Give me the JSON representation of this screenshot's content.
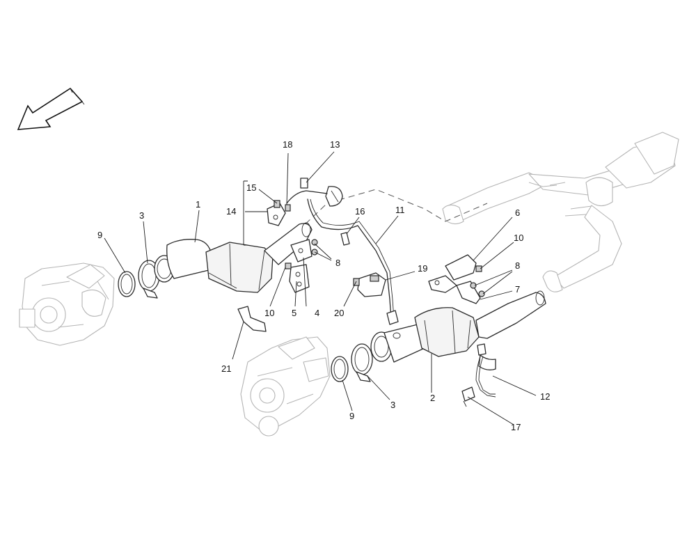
{
  "callouts": {
    "c1": "1",
    "c2": "2",
    "c3a": "3",
    "c3b": "3",
    "c4": "4",
    "c5": "5",
    "c6": "6",
    "c7": "7",
    "c8a": "8",
    "c8b": "8",
    "c9a": "9",
    "c9b": "9",
    "c10a": "10",
    "c10b": "10",
    "c11": "11",
    "c12": "12",
    "c13": "13",
    "c14": "14",
    "c15": "15",
    "c16": "16",
    "c17": "17",
    "c18": "18",
    "c19": "19",
    "c20": "20",
    "c21": "21"
  },
  "icons": {
    "direction": "direction-arrow-icon"
  },
  "colors": {
    "line": "#2a2a2a",
    "faint": "#b4b4b4",
    "background": "#ffffff"
  }
}
